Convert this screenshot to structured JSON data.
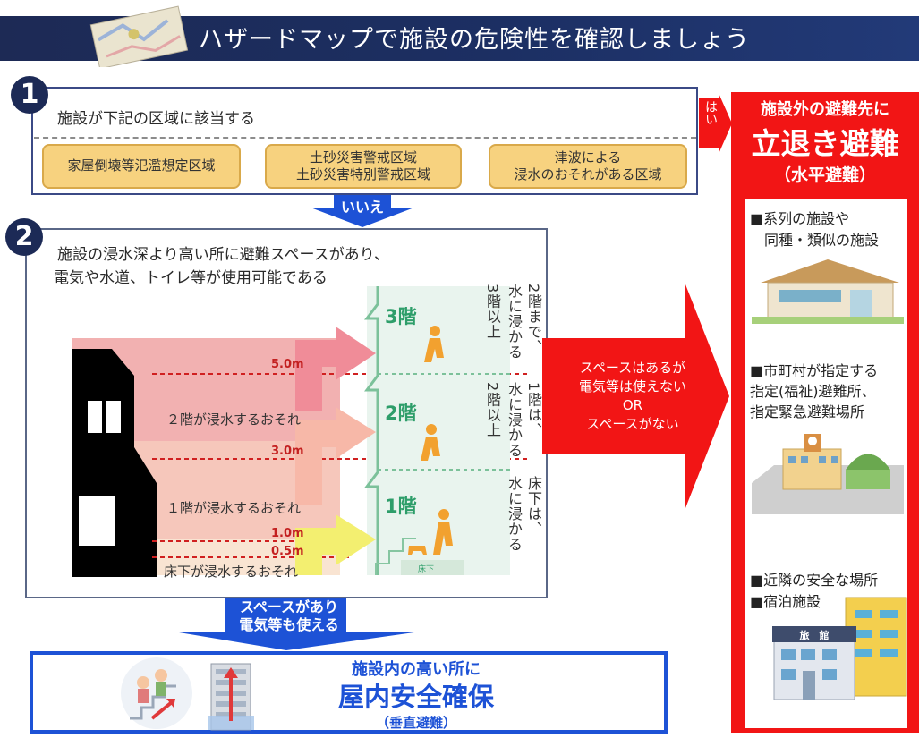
{
  "header": {
    "title": "ハザードマップで施設の危険性を確認しましょう"
  },
  "step1": {
    "number": "1",
    "question": "施設が下記の区域に該当する",
    "zones": [
      {
        "line1": "家屋倒壊等氾濫想定区域",
        "line2": ""
      },
      {
        "line1": "土砂災害警戒区域",
        "line2": "土砂災害特別警戒区域"
      },
      {
        "line1": "津波による",
        "line2": "浸水のおそれがある区域"
      }
    ],
    "yes_label": "はい",
    "no_label": "いいえ"
  },
  "step2": {
    "number": "2",
    "question_line1": "施設の浸水深より高い所に避難スペースがあり、",
    "question_line2": "電気や水道、トイレ等が使用可能である",
    "levels": [
      "5.0m",
      "3.0m",
      "1.0m",
      "0.5m"
    ],
    "risks": [
      "２階が浸水するおそれ",
      "１階が浸水するおそれ",
      "床下が浸水するおそれ"
    ],
    "floors": [
      "3階",
      "2階",
      "1階"
    ],
    "floor_underfloor": "床下",
    "notes": [
      {
        "a": "2階まで、",
        "b": "水に浸かる",
        "c": "3階以上"
      },
      {
        "a": "1階は、",
        "b": "水に浸かる",
        "c": "2階以上"
      },
      {
        "a": "床下は、",
        "b": "水に浸かる",
        "c": ""
      }
    ],
    "no_arrow_line1": "スペースはあるが",
    "no_arrow_line2": "電気等は使えない",
    "no_arrow_line3": "OR",
    "no_arrow_line4": "スペースがない",
    "yes_arrow_line1": "スペースがあり",
    "yes_arrow_line2": "電気等も使える"
  },
  "right": {
    "heading": "施設外の避難先に",
    "main": "立退き避難",
    "sub": "（水平避難）",
    "items": [
      {
        "line1": "■系列の施設や",
        "line2": "　同種・類似の施設",
        "line3": ""
      },
      {
        "line1": "■市町村が指定する",
        "line2": "指定(福祉)避難所、",
        "line3": "指定緊急避難場所"
      },
      {
        "line1": "■近隣の安全な場所",
        "line2": "■宿泊施設",
        "line3": ""
      }
    ],
    "hotel_sign": "旅　館"
  },
  "bottom": {
    "line1": "施設内の高い所に",
    "main": "屋内安全確保",
    "sub": "（垂直避難）"
  },
  "colors": {
    "navy": "#1c2a56",
    "red": "#f21515",
    "blue": "#1d52d6",
    "yellow": "#f7d27f"
  }
}
